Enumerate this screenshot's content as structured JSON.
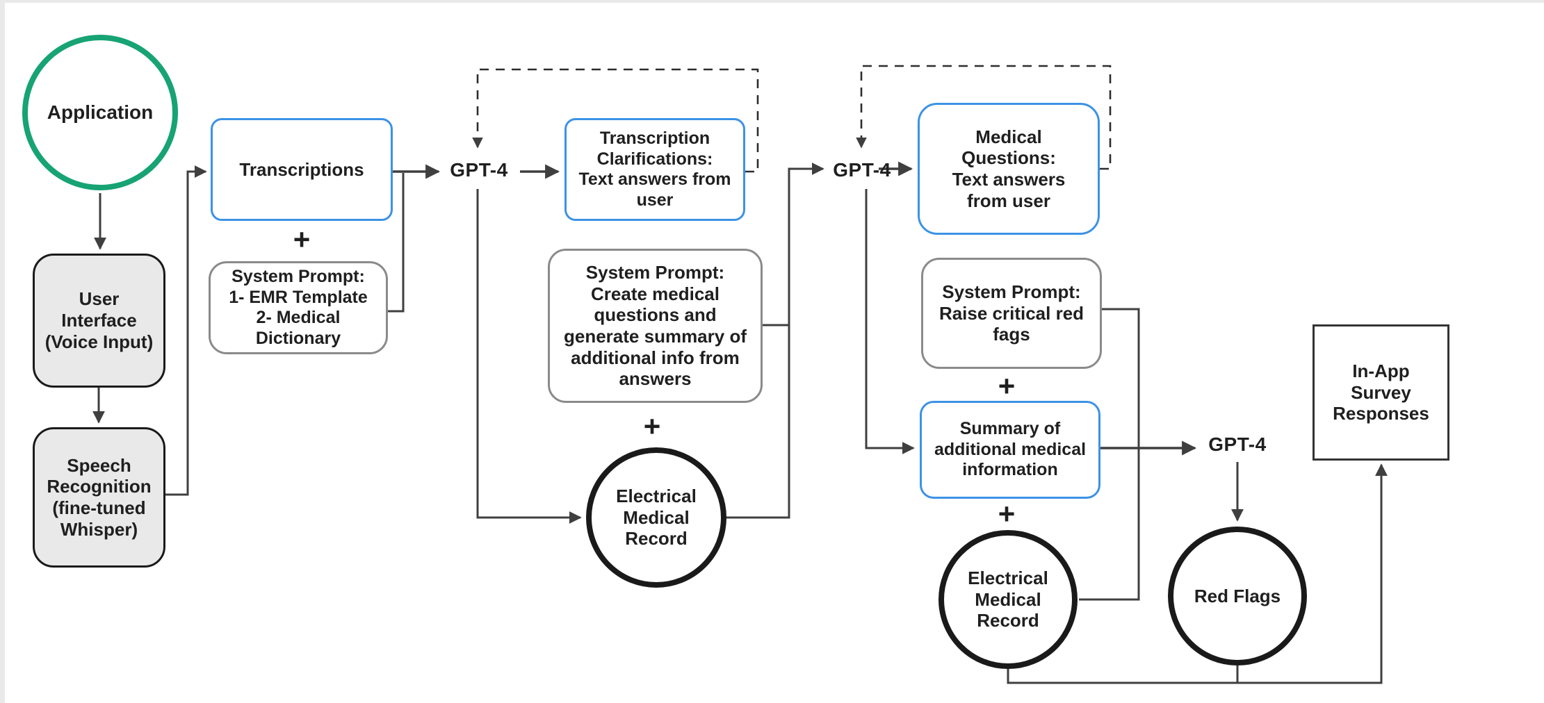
{
  "diagram_title": "Medical voice application GPT-4 workflow diagram",
  "colors": {
    "green_accent": "#17a374",
    "blue_accent": "#3c92e5",
    "gray_border": "#8a8a8a",
    "dark_border": "#1a1a1a",
    "arrow": "#3f3f3f",
    "node_fill_gray": "#e9e9e9",
    "text": "#1f1f1f",
    "background": "#ffffff"
  },
  "plus_sign": "+",
  "nodes": {
    "application": {
      "label": "Application",
      "shape": "circle"
    },
    "user_interface": {
      "label": "User\nInterface\n(Voice Input)",
      "shape": "rounded-rect"
    },
    "speech_recognition": {
      "label": "Speech\nRecognition\n(fine-tuned\nWhisper)",
      "shape": "rounded-rect"
    },
    "transcriptions": {
      "label": "Transcriptions",
      "shape": "rounded-rect"
    },
    "system_prompt_1": {
      "label": "System Prompt:\n1- EMR Template\n2- Medical\nDictionary",
      "shape": "rounded-rect"
    },
    "gpt4_1": {
      "label": "GPT-4",
      "shape": "text"
    },
    "transcription_clarifications": {
      "label": "Transcription\nClarifications:\nText answers from\nuser",
      "shape": "rounded-rect"
    },
    "system_prompt_2": {
      "label": "System Prompt:\nCreate medical\nquestions and\ngenerate summary of\nadditional info from\nanswers",
      "shape": "rounded-rect"
    },
    "emr_1": {
      "label": "Electrical\nMedical\nRecord",
      "shape": "circle"
    },
    "gpt4_2": {
      "label": "GPT-4",
      "shape": "text"
    },
    "medical_questions": {
      "label": "Medical\nQuestions:\nText answers\nfrom user",
      "shape": "rounded-rect"
    },
    "system_prompt_3": {
      "label": "System Prompt:\nRaise critical red\nfags",
      "shape": "rounded-rect"
    },
    "summary_additional": {
      "label": "Summary of\nadditional medical\ninformation",
      "shape": "rounded-rect"
    },
    "emr_2": {
      "label": "Electrical\nMedical\nRecord",
      "shape": "circle"
    },
    "gpt4_3": {
      "label": "GPT-4",
      "shape": "text"
    },
    "red_flags": {
      "label": "Red Flags",
      "shape": "circle"
    },
    "in_app_survey": {
      "label": "In-App\nSurvey\nResponses",
      "shape": "rect"
    }
  }
}
